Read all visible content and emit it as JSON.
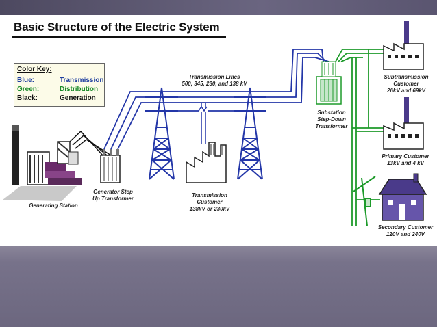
{
  "title": "Basic Structure of the Electric System",
  "color_key": {
    "header": "Color Key:",
    "rows": [
      {
        "name": "Blue:",
        "meaning": "Transmission",
        "color": "#1f3f9f"
      },
      {
        "name": "Green:",
        "meaning": "Distribution",
        "color": "#1a8a2a"
      },
      {
        "name": "Black:",
        "meaning": "Generation",
        "color": "#111111"
      }
    ]
  },
  "labels": {
    "transmission_lines": [
      "Transmission Lines",
      "500, 345, 230, and 138 kV"
    ],
    "generating_station": "Generating Station",
    "generator_step_up": [
      "Generator Step",
      "Up Transformer"
    ],
    "transmission_customer": [
      "Transmission",
      "Customer",
      "138kV or 230kV"
    ],
    "substation": [
      "Substation",
      "Step-Down",
      "Transformer"
    ],
    "subtransmission_customer": [
      "Subtransmission",
      "Customer",
      "26kV and 69kV"
    ],
    "primary_customer": [
      "Primary Customer",
      "13kV and 4 kV"
    ],
    "secondary_customer": [
      "Secondary Customer",
      "120V and 240V"
    ]
  },
  "colors": {
    "transmission": "#2336a8",
    "distribution": "#1d9a2a",
    "generation": "#111111",
    "factory_purple": "#4a3a8a",
    "house": "#6655aa"
  }
}
